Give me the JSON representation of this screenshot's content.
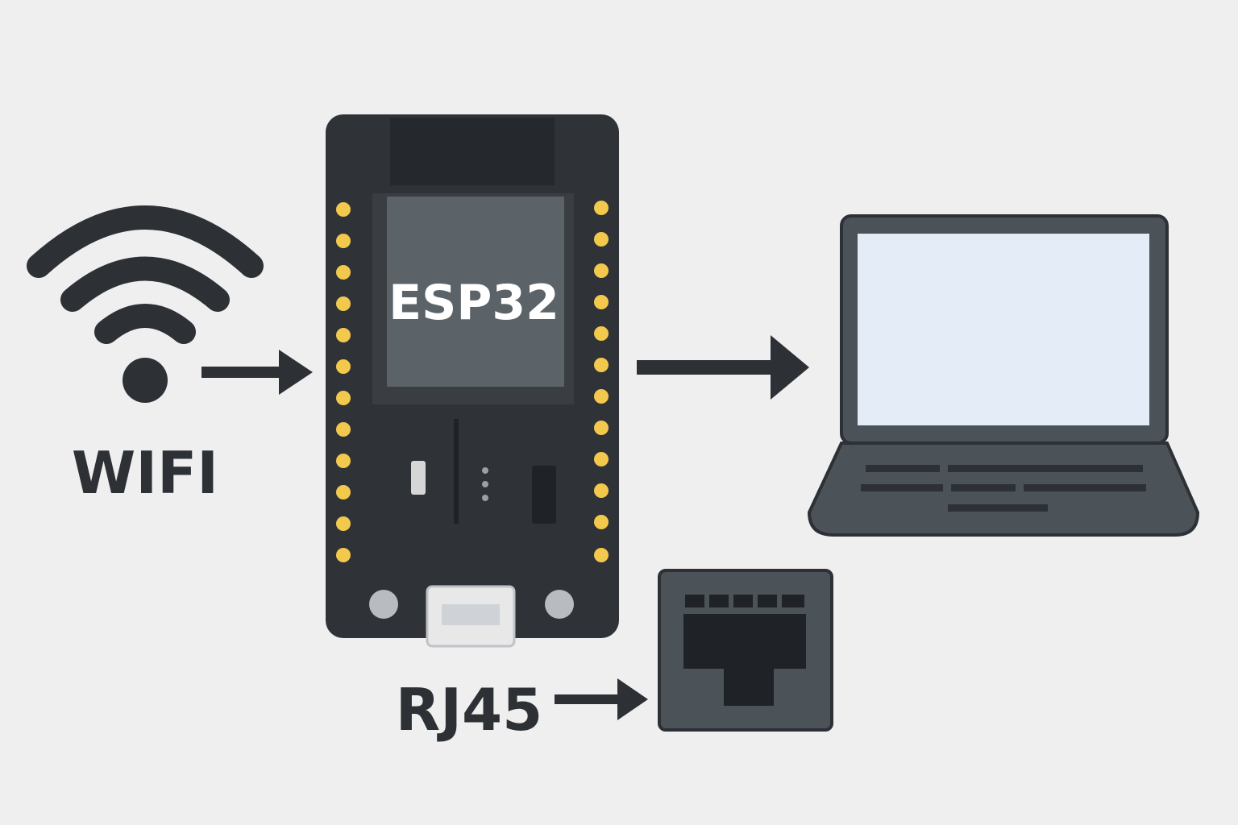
{
  "labels": {
    "wifi": "WIFI",
    "chip": "ESP32",
    "rj45": "RJ45"
  },
  "icons": {
    "wifi": "wifi-icon",
    "board": "esp32-board-icon",
    "laptop": "laptop-icon",
    "ethernet": "ethernet-port-icon"
  },
  "colors": {
    "background": "#efefef",
    "ink": "#2d3035",
    "board": "#2f3237",
    "chip": "#5b6368",
    "pin": "#f2c94c",
    "screen": "#e4edf7",
    "laptop_body": "#4b5258",
    "port_body": "#4b5258"
  }
}
